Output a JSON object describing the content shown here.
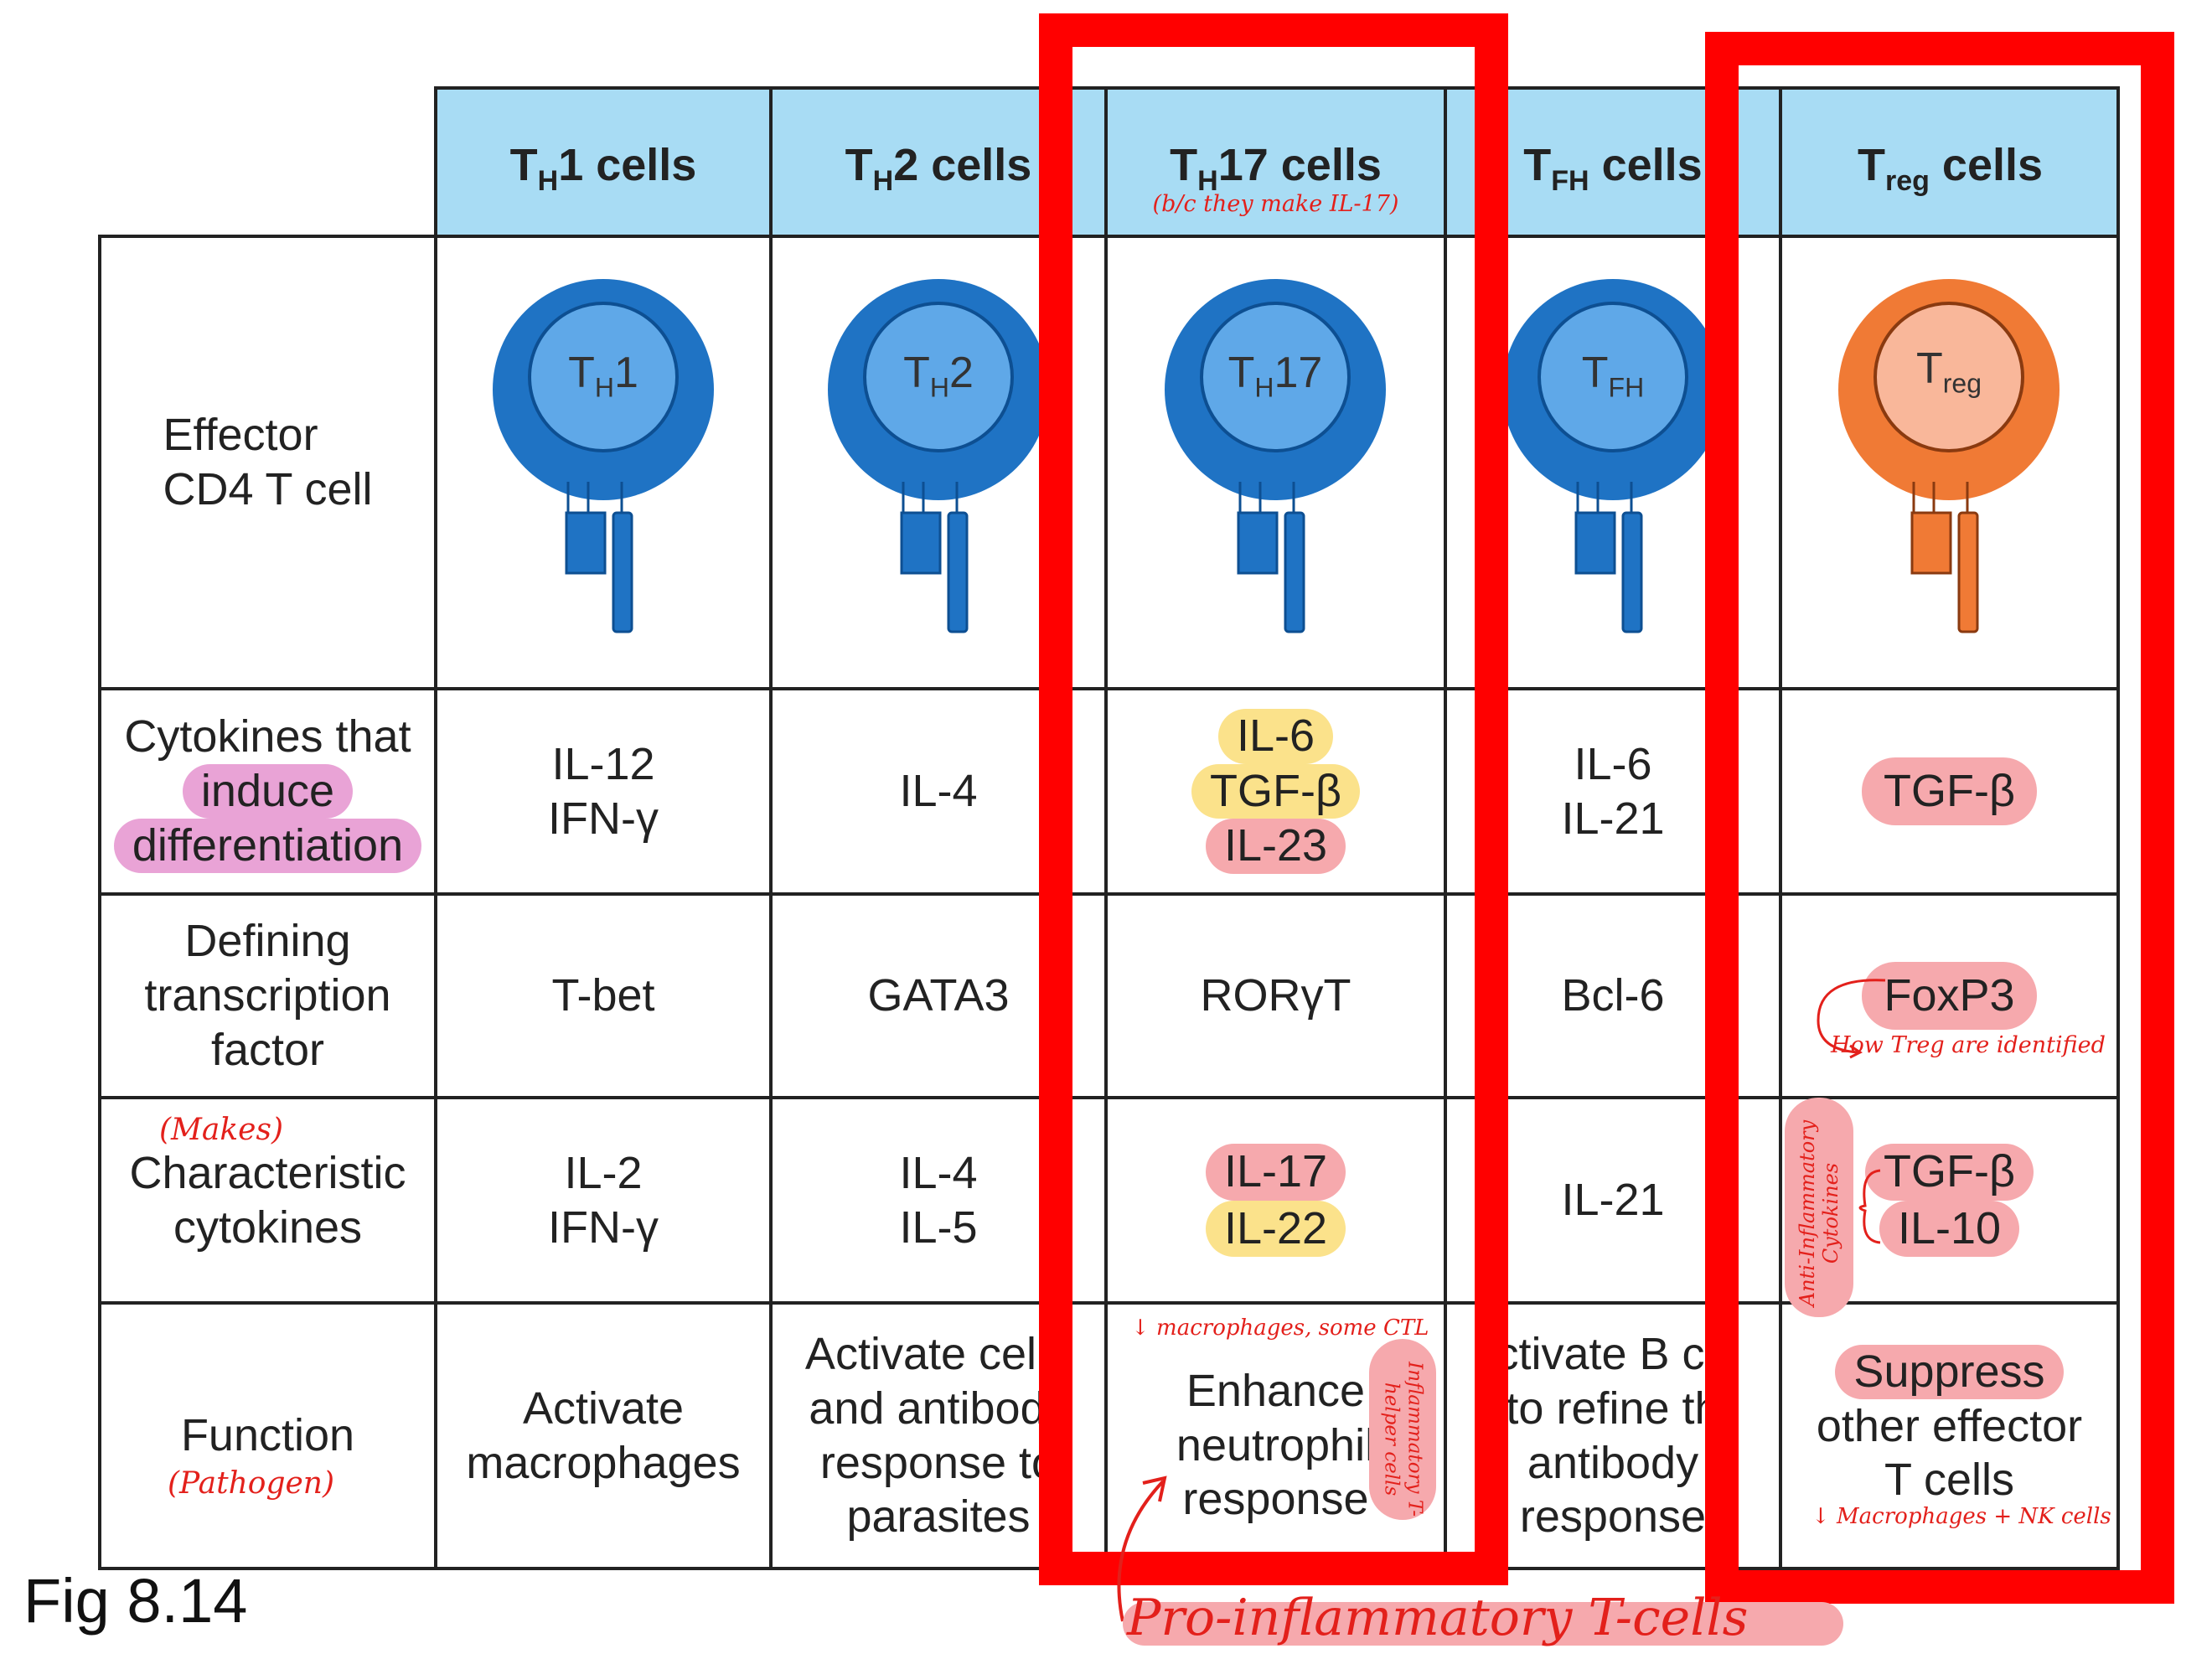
{
  "headers": [
    {
      "main": "T",
      "sub": "H",
      "rest": "1 cells"
    },
    {
      "main": "T",
      "sub": "H",
      "rest": "2 cells"
    },
    {
      "main": "T",
      "sub": "H",
      "rest": "17 cells"
    },
    {
      "main": "T",
      "sub": "FH",
      "rest": " cells"
    },
    {
      "main": "T",
      "sub": "reg",
      "rest": " cells"
    }
  ],
  "row_labels": {
    "effector_line1": "Effector",
    "effector_line2": "CD4 T cell",
    "cytokines_line1": "Cytokines that",
    "cytokines_line2": "induce",
    "cytokines_line3": "differentiation",
    "tf_line1": "Defining",
    "tf_line2": "transcription",
    "tf_line3": "factor",
    "char_line1": "Characteristic",
    "char_line2": "cytokines",
    "function": "Function"
  },
  "cell_labels": [
    {
      "main": "T",
      "sub": "H",
      "rest": "1"
    },
    {
      "main": "T",
      "sub": "H",
      "rest": "2"
    },
    {
      "main": "T",
      "sub": "H",
      "rest": "17"
    },
    {
      "main": "T",
      "sub": "FH",
      "rest": ""
    },
    {
      "main": "T",
      "sub": "reg",
      "rest": ""
    }
  ],
  "inducing_cytokines": [
    [
      "IL-12",
      "IFN-γ"
    ],
    [
      "IL-4"
    ],
    [
      "IL-6",
      "TGF-β",
      "IL-23"
    ],
    [
      "IL-6",
      "IL-21"
    ],
    [
      "TGF-β"
    ]
  ],
  "transcription_factors": [
    "T-bet",
    "GATA3",
    "RORγT",
    "Bcl-6",
    "FoxP3"
  ],
  "characteristic_cytokines": [
    [
      "IL-2",
      "IFN-γ"
    ],
    [
      "IL-4",
      "IL-5"
    ],
    [
      "IL-17",
      "IL-22"
    ],
    [
      "IL-21"
    ],
    [
      "TGF-β",
      "IL-10"
    ]
  ],
  "functions": [
    [
      "Activate",
      "macrophages"
    ],
    [
      "Activate cellu",
      "and antibody",
      "response to",
      "parasites"
    ],
    [
      "Enhance",
      "neutrophil",
      "response"
    ],
    [
      "ctivate B ce",
      "to refine th",
      "antibody",
      "response"
    ],
    [
      "Suppress",
      "other effector",
      "T cells"
    ]
  ],
  "annotations": {
    "th17_header_note": "(b/c they make IL-17)",
    "makes": "(Makes)",
    "pathogen": "(Pathogen)",
    "treg_id_note": "How Treg are identified",
    "anti_inflammatory": "Anti-Inflammatory Cytokines",
    "th17_function_note": "↓ macrophages, some CTL",
    "inflammatory_th": "Inflammatory T-helper cells",
    "treg_function_note": "↓ Macrophages + NK cells",
    "pro_inflammatory": "Pro-inflammatory T-cells"
  },
  "figure_label": "Fig 8.14",
  "colors": {
    "header_bg": "#a8dcf4",
    "th_cell_blue": "#1f73c4",
    "treg_orange": "#f07a35",
    "highlight_pink": "#f6a9ad",
    "highlight_yellow": "#fbe28b",
    "highlight_magenta": "#e9a3d6",
    "annotation_red": "#ff0000"
  }
}
